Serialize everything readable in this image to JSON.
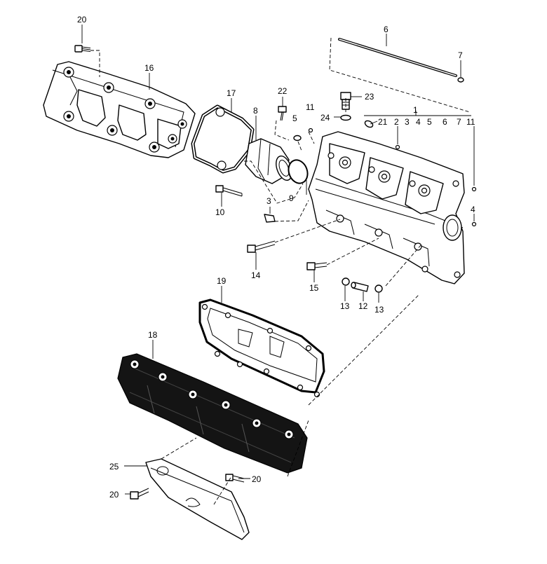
{
  "callouts": {
    "c20_top": "20",
    "c16": "16",
    "c17": "17",
    "c8": "8",
    "c22": "22",
    "c23": "23",
    "c24": "24",
    "c21": "21",
    "c6_top": "6",
    "c7_top": "7",
    "c1": "1",
    "c2": "2",
    "c3_row": "3",
    "c4_row": "4",
    "c5_row": "5",
    "c6_row": "6",
    "c7_row": "7",
    "c11_row": "11",
    "c11_left": "11",
    "c5_left": "5",
    "c4_right": "4",
    "c9": "9",
    "c3_left": "3",
    "c10": "10",
    "c14": "14",
    "c15": "15",
    "c13_a": "13",
    "c12": "12",
    "c13_b": "13",
    "c19": "19",
    "c18": "18",
    "c25": "25",
    "c20_mid": "20",
    "c20_bot": "20"
  }
}
